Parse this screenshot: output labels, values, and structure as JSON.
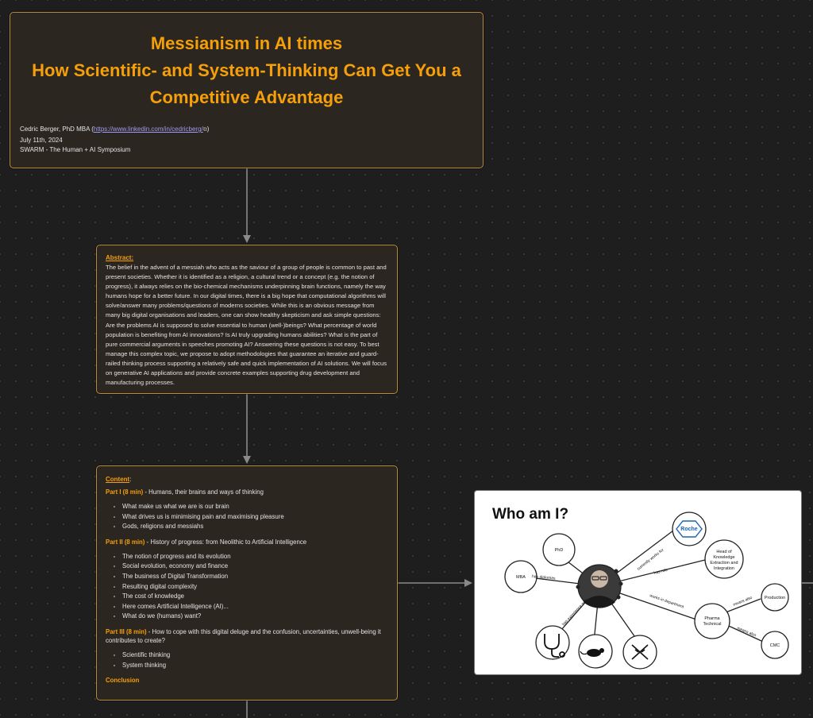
{
  "title_card": {
    "title_lines": [
      "Messianism in AI times",
      "How Scientific- and System-Thinking Can Get You a",
      "Competitive Advantage"
    ],
    "author_prefix": "Cedric Berger, PhD MBA (",
    "author_link": "https://www.linkedin.com/in/cedricberg/",
    "author_suffix": ")",
    "date": "July 11th, 2024",
    "event": "SWARM - The Human + AI Symposium"
  },
  "abstract_card": {
    "heading": "Abstract:",
    "text": "The belief in the advent of a messiah who acts as the saviour of a group of people is common to past and present societies. Whether it is identified as a religion, a cultural trend or a concept (e.g. the notion of progress), it always relies on the bio-chemical mechanisms underpinning brain functions, namely the way humans hope for a better future. In our digital times, there is a big hope that computational algorithms will solve/answer many problems/questions of moderns societies. While this is an obvious message from many big digital organisations and leaders, one can show healthy skepticism and ask simple questions: Are the problems AI is supposed to solve essential to human (well-)beings? What percentage of world population is benefiting from AI innovations? Is AI truly upgrading humans abilities? What is the part of pure commercial arguments in speeches promoting AI? Answering these questions is not easy. To best manage this complex topic, we propose to adopt methodologies that guarantee an iterative and guard-railed thinking process supporting a relatively safe and quick implementation of AI solutions. We will focus on generative AI applications and provide concrete examples supporting drug development and manufacturing processes."
  },
  "content_card": {
    "heading": "Content",
    "heading_colon": ":",
    "parts": [
      {
        "title": "Part I (8 min)",
        "desc": " - Humans, their brains and ways of thinking",
        "items": [
          "What make us what we are is our brain",
          "What drives us is minimising pain and maximising pleasure",
          "Gods, religions and messiahs"
        ]
      },
      {
        "title": "Part II (8 min)",
        "desc": " - History of progress: from Neolithic to Artificial Intelligence",
        "items": [
          "The notion of progress and its evolution",
          "Social evolution, economy and finance",
          "The business of Digital Transformation",
          "Resulting digital complexity",
          "The cost of knowledge",
          "Here comes Artificial Intelligence (AI)...",
          "What do we (humans) want?"
        ]
      },
      {
        "title": "Part III (8 min)",
        "desc": " - How to cope with this digital deluge and the confusion, uncertainties, unwell-being it contributes to create?",
        "items": [
          "Scientific thinking",
          "System thinking"
        ]
      }
    ],
    "conclusion": "Conclusion"
  },
  "whoami": {
    "title": "Who am I?",
    "nodes": {
      "phd": "PhD",
      "mba": "MBA",
      "roche": "Roche",
      "head1": "Head of",
      "head2": "Knowledge",
      "head3": "Extraction and",
      "head4": "Integration",
      "pharma1": "Pharma",
      "pharma2": "Technical",
      "production": "Production",
      "cmc": "CMC"
    },
    "edges": {
      "has_diplomas": "has diplomas",
      "currently_works_for": "currently works for",
      "has_role": "has role",
      "works_in_department": "works in department",
      "has_experience_with": "has experience with",
      "means_also_1": "means also",
      "means_also_2": "means also"
    }
  }
}
